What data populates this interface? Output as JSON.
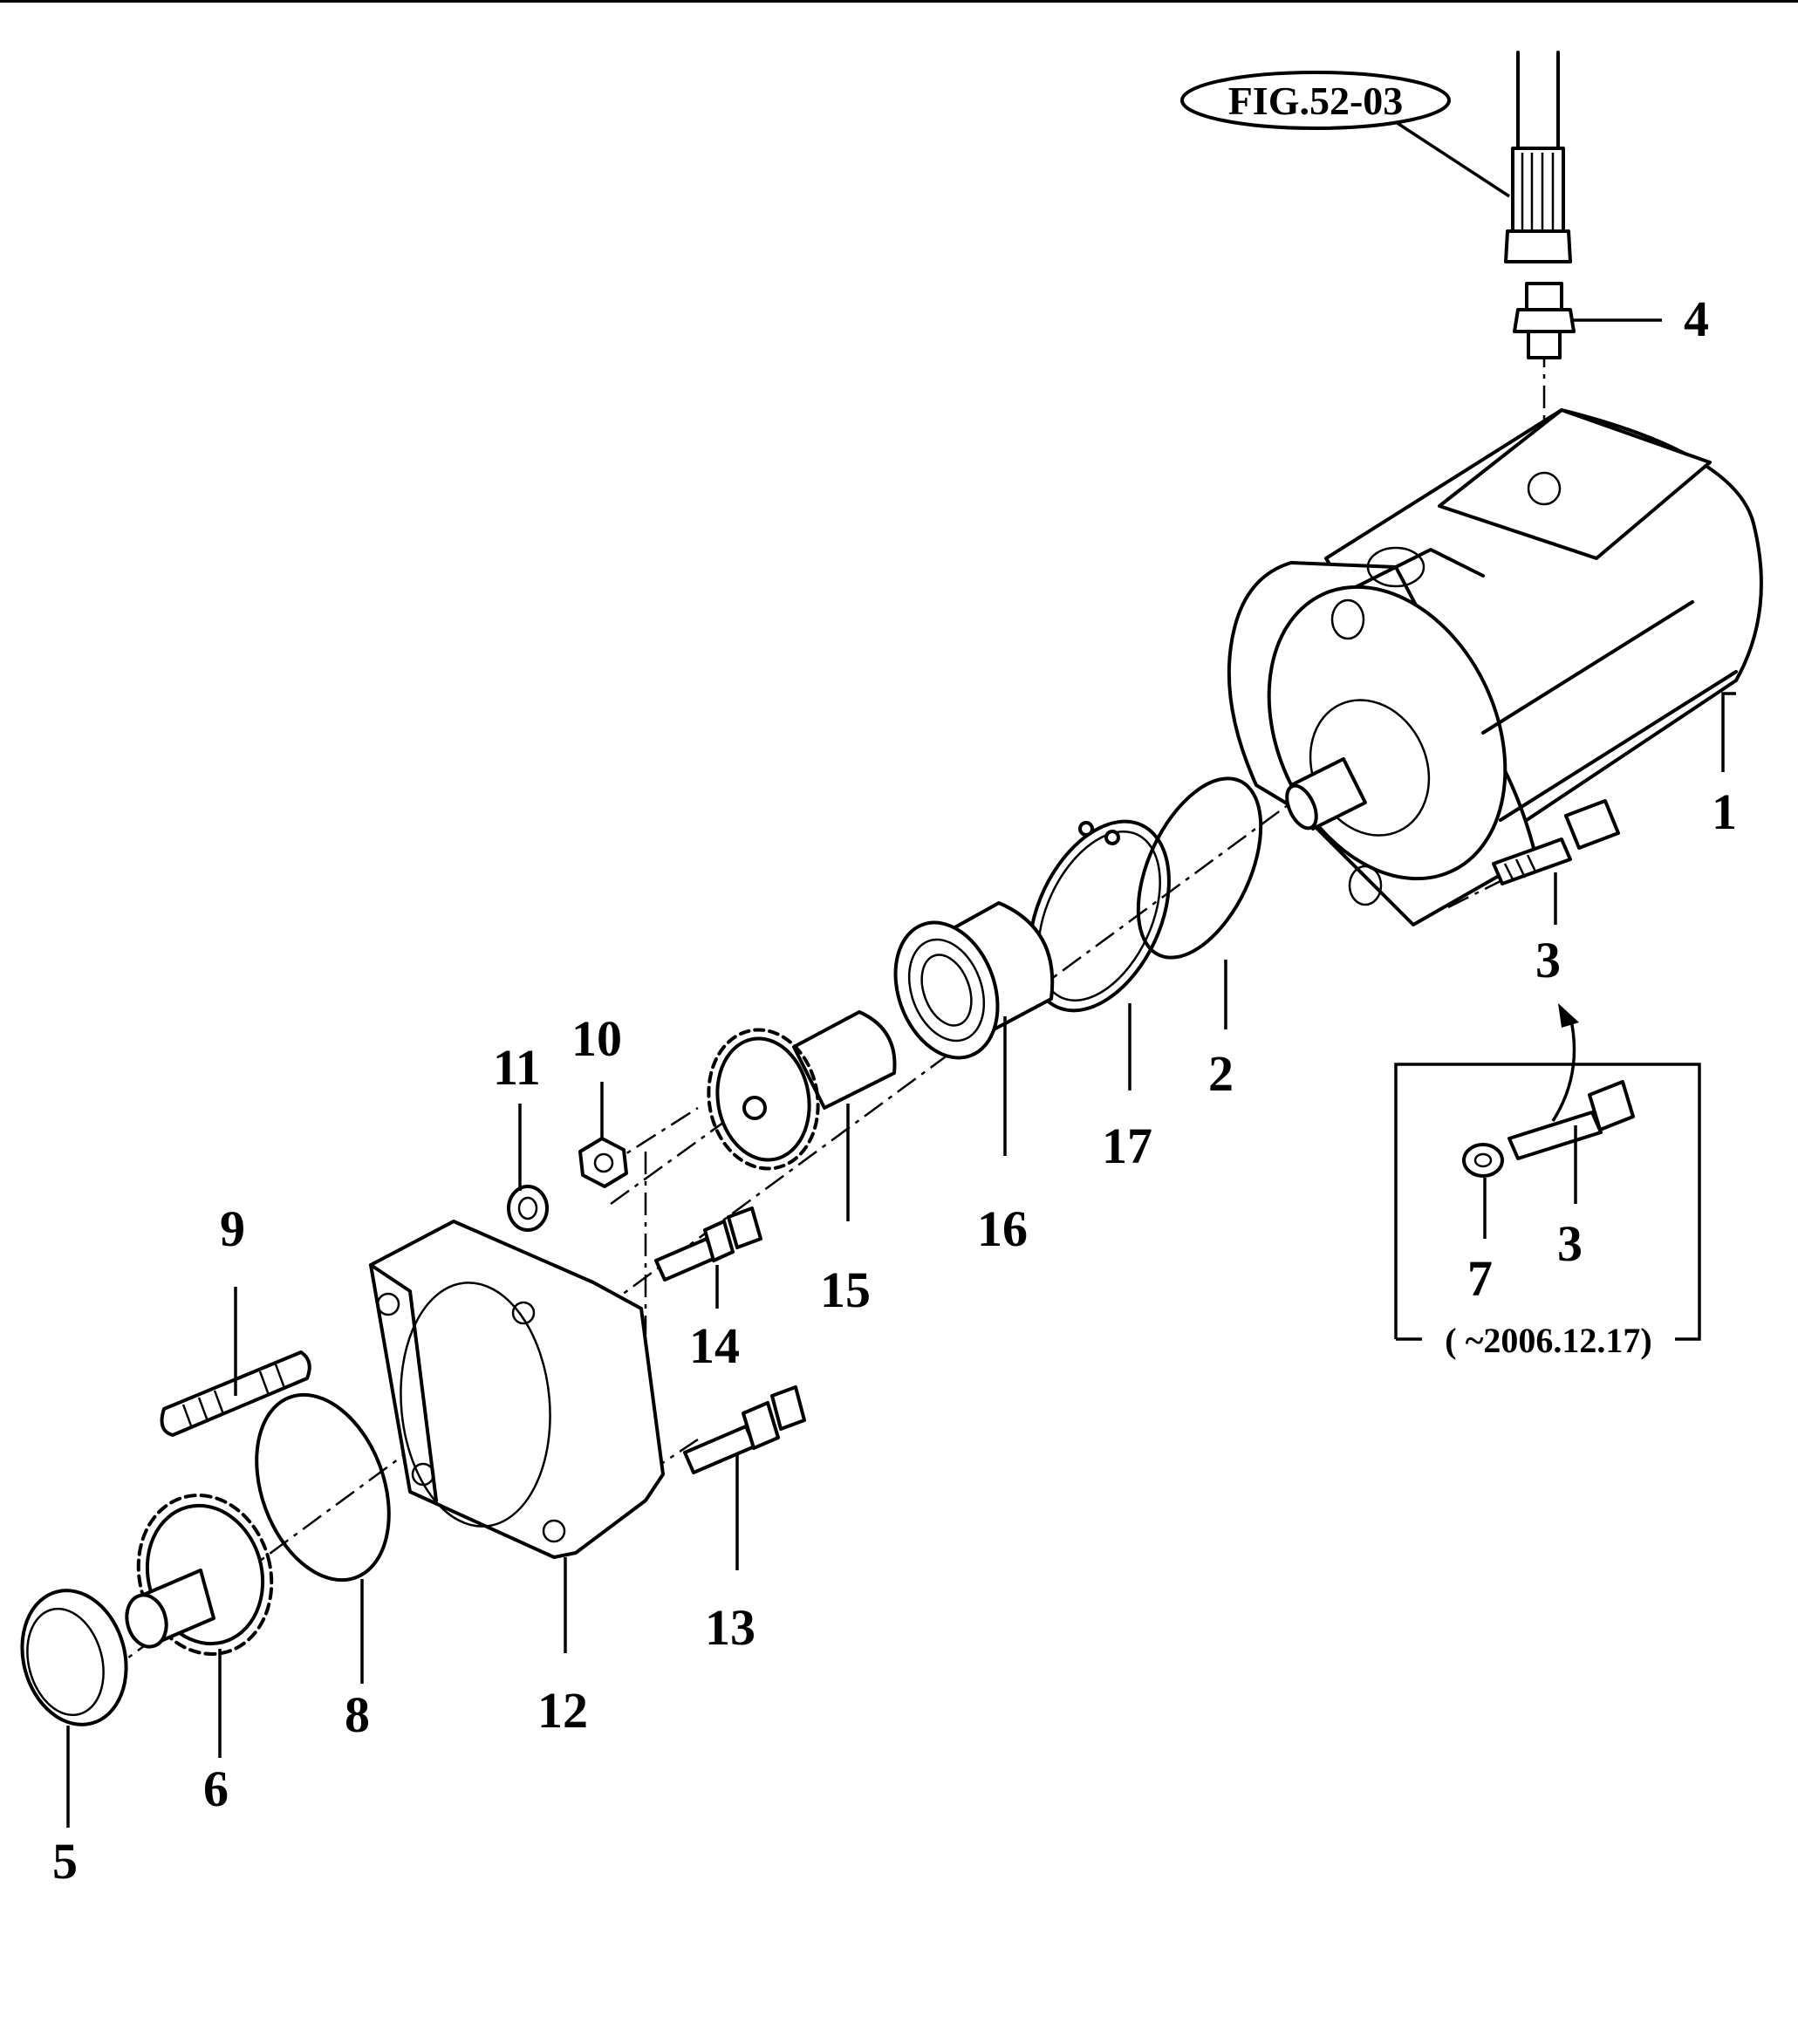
{
  "figure_ref": "FIG.52-03",
  "variant_date_label": "( ~2006.12.17)",
  "callouts": {
    "c1": "1",
    "c2": "2",
    "c3a": "3",
    "c3b": "3",
    "c4": "4",
    "c5": "5",
    "c6": "6",
    "c7": "7",
    "c8": "8",
    "c9": "9",
    "c10": "10",
    "c11": "11",
    "c12": "12",
    "c13": "13",
    "c14": "14",
    "c15": "15",
    "c16": "16",
    "c17": "17"
  }
}
